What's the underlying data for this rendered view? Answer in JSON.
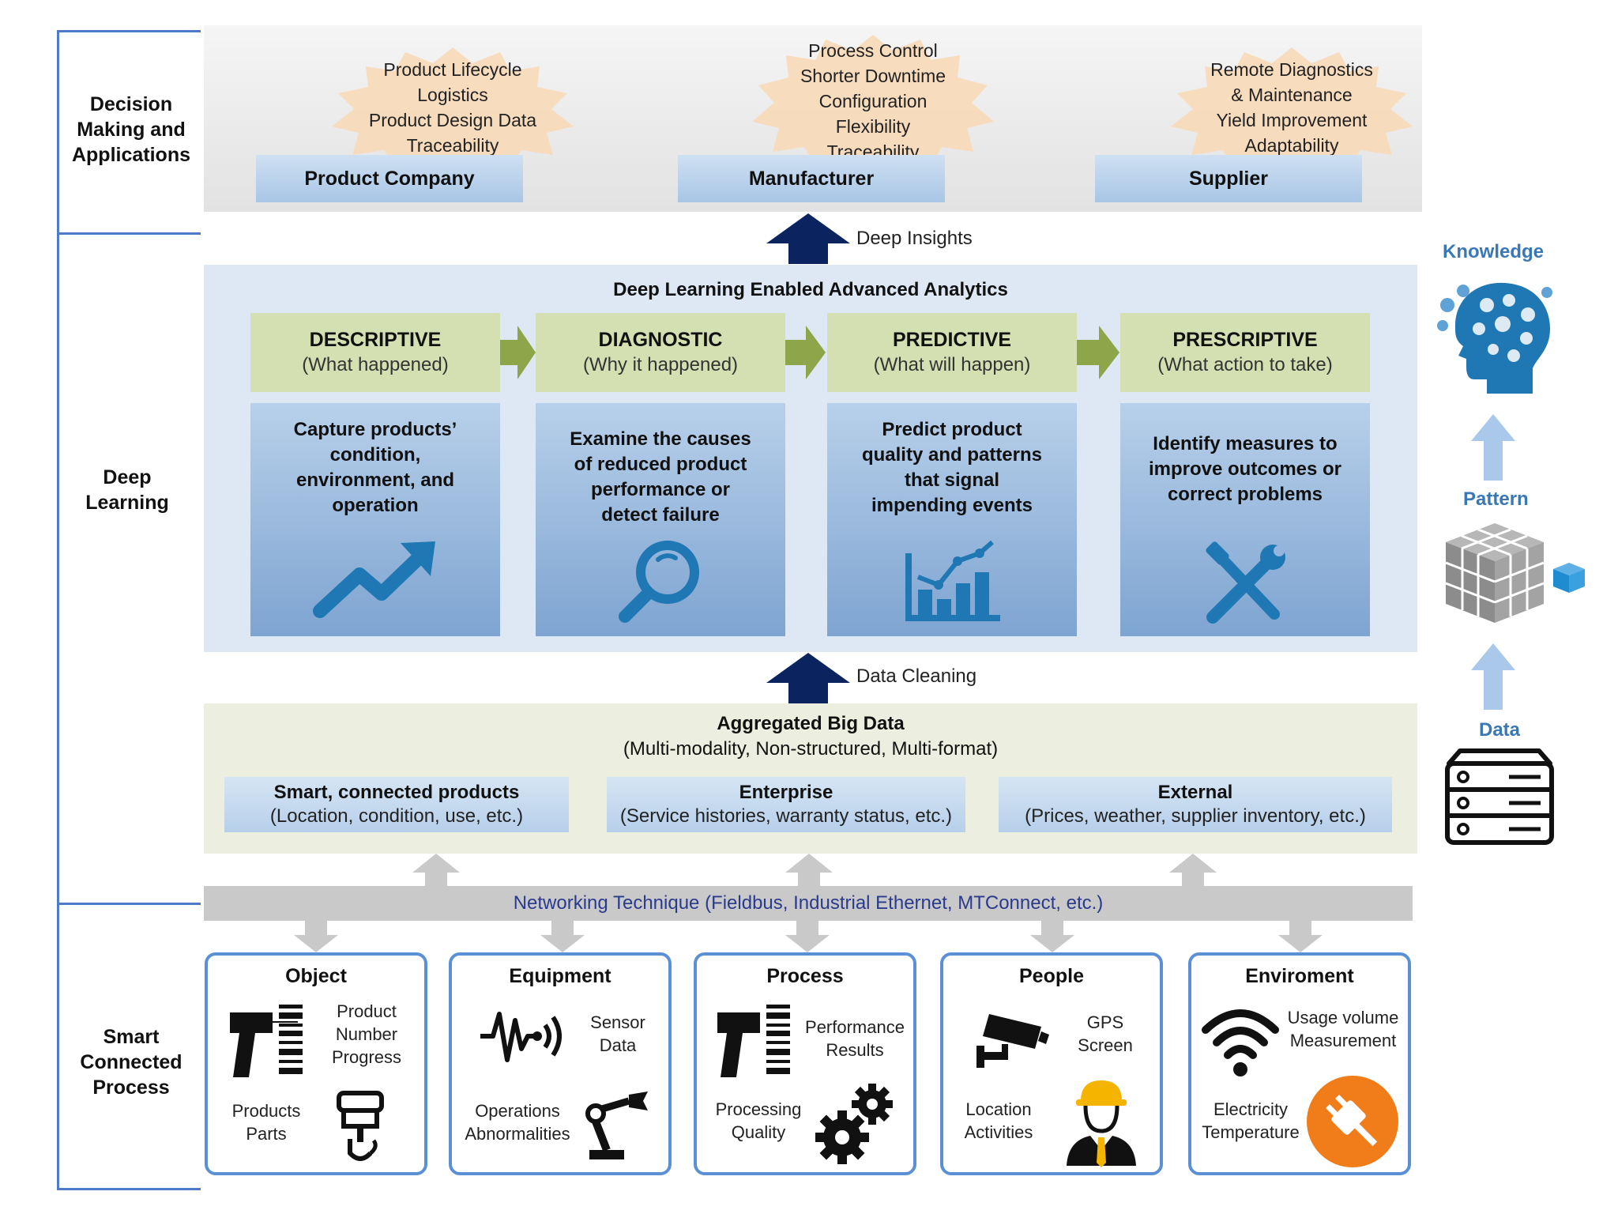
{
  "layers": {
    "decision": "Decision Making and Applications",
    "deep": "Deep Learning",
    "smart": "Smart Connected Process"
  },
  "decision": {
    "actors": [
      {
        "name": "Product Company",
        "items": [
          "Product Lifecycle",
          "Logistics",
          "Product Design Data",
          "Traceability"
        ]
      },
      {
        "name": "Manufacturer",
        "items": [
          "Process Control",
          "Shorter Downtime",
          "Configuration",
          "Flexibility",
          "Traceability"
        ]
      },
      {
        "name": "Supplier",
        "items": [
          "Remote Diagnostics",
          "& Maintenance",
          "Yield Improvement",
          "Adaptability"
        ]
      }
    ]
  },
  "arrows": {
    "deep_insights": "Deep Insights",
    "data_cleaning": "Data Cleaning"
  },
  "analytics": {
    "title": "Deep Learning Enabled Advanced Analytics",
    "stages": [
      {
        "name": "DESCRIPTIVE",
        "question": "(What happened)",
        "desc": [
          "Capture products’",
          "condition,",
          "environment, and",
          "operation"
        ],
        "icon": "trend-up-icon"
      },
      {
        "name": "DIAGNOSTIC",
        "question": "(Why it happened)",
        "desc": [
          "Examine the causes",
          "of reduced product",
          "performance or",
          "detect failure"
        ],
        "icon": "magnifier-icon"
      },
      {
        "name": "PREDICTIVE",
        "question": "(What will happen)",
        "desc": [
          "Predict product",
          "quality and patterns",
          "that signal",
          "impending events"
        ],
        "icon": "bar-chart-icon"
      },
      {
        "name": "PRESCRIPTIVE",
        "question": "(What action to take)",
        "desc": [
          "Identify measures to",
          "improve outcomes or",
          "correct problems"
        ],
        "icon": "tools-icon"
      }
    ]
  },
  "pyramid": {
    "knowledge": "Knowledge",
    "pattern": "Pattern",
    "data": "Data"
  },
  "aggregated": {
    "title": "Aggregated Big Data",
    "subtitle": "(Multi-modality, Non-structured, Multi-format)",
    "sources": [
      {
        "name": "Smart, connected products",
        "detail": "(Location, condition, use, etc.)"
      },
      {
        "name": "Enterprise",
        "detail": "(Service histories, warranty status, etc.)"
      },
      {
        "name": "External",
        "detail": "(Prices, weather, supplier inventory, etc.)"
      }
    ]
  },
  "network": "Networking Technique (Fieldbus, Industrial Ethernet, MTConnect, etc.)",
  "process_boxes": [
    {
      "title": "Object",
      "top_label": [
        "Product",
        "Number",
        "Progress"
      ],
      "bottom_label": [
        "Products",
        "Parts"
      ]
    },
    {
      "title": "Equipment",
      "top_label": [
        "Sensor",
        "Data"
      ],
      "bottom_label": [
        "Operations",
        "Abnormalities"
      ]
    },
    {
      "title": "Process",
      "top_label": [
        "Performance",
        "Results"
      ],
      "bottom_label": [
        "Processing",
        "Quality"
      ]
    },
    {
      "title": "People",
      "top_label": [
        "GPS",
        "Screen"
      ],
      "bottom_label": [
        "Location",
        "Activities"
      ]
    },
    {
      "title": "Enviroment",
      "top_label": [
        "Usage volume",
        "Measurement"
      ],
      "bottom_label": [
        "Electricity",
        "Temperature"
      ]
    }
  ],
  "colors": {
    "bracket": "#4f79c9",
    "dark_arrow": "#0b2460",
    "green_arrow": "#8ea64a",
    "icon_blue": "#1f78b4",
    "plug_orange": "#f07d1a"
  }
}
